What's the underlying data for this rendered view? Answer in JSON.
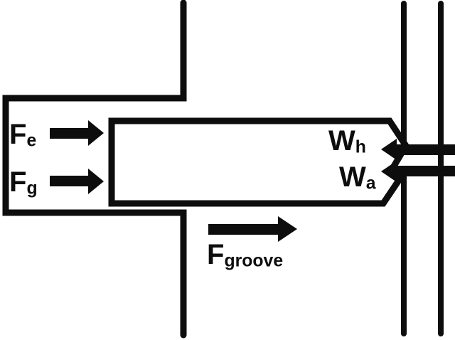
{
  "diagram": {
    "kind": "free-body force diagram of ram in groove",
    "colors": {
      "ink": "#0d0d0d",
      "background": "#ffffff"
    },
    "labels": {
      "fe": {
        "base": "F",
        "sub": "e"
      },
      "fg": {
        "base": "F",
        "sub": "g"
      },
      "f_groove": {
        "base": "F",
        "sub": "groove"
      },
      "w_h": {
        "base": "W",
        "sub": "h"
      },
      "w_a": {
        "base": "W",
        "sub": "a"
      }
    },
    "forces": [
      {
        "name": "Fe",
        "direction": "right",
        "applied_at": "upper left face of ram"
      },
      {
        "name": "Fg",
        "direction": "right",
        "applied_at": "lower left face of ram"
      },
      {
        "name": "Fgroove",
        "direction": "right",
        "applied_at": "below ram, along groove"
      },
      {
        "name": "Wh",
        "direction": "left",
        "applied_at": "upper chamfer of ram tip"
      },
      {
        "name": "Wa",
        "direction": "left",
        "applied_at": "lower chamfer of ram tip"
      }
    ]
  }
}
